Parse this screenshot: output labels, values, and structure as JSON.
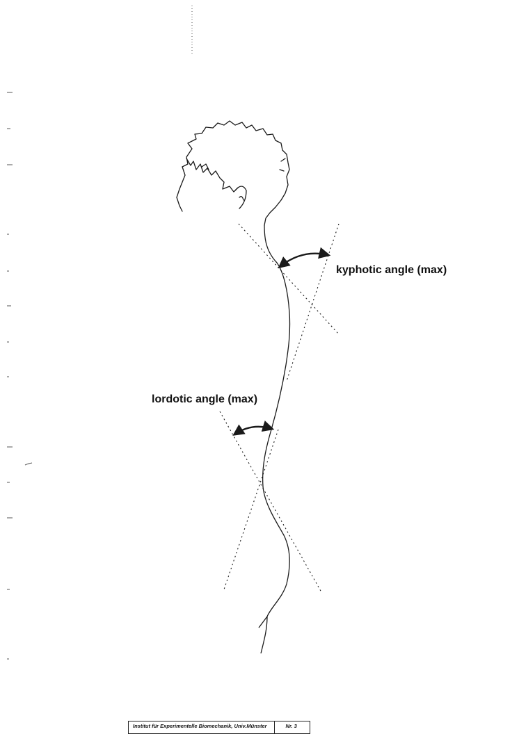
{
  "labels": {
    "kyphotic": "kyphotic angle (max)",
    "lordotic": "lordotic angle (max)"
  },
  "footer": {
    "institute": "Institut für Experimentelle Biomechanik, Univ.Münster",
    "number": "Nr. 3"
  },
  "colors": {
    "line": "#1a1a1a",
    "background": "#ffffff"
  }
}
